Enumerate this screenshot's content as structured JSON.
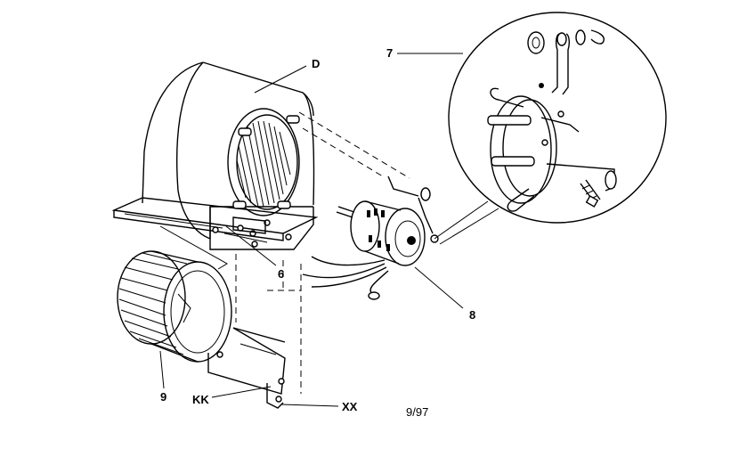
{
  "diagram": {
    "callouts": {
      "housing": "D",
      "mount_detail": "7",
      "bracket": "6",
      "motor": "8",
      "wheel": "9",
      "cutoff_plate": "KK",
      "screw": "XX"
    },
    "date_code": "9/97",
    "line_color": "#000000",
    "background_color": "#ffffff"
  }
}
